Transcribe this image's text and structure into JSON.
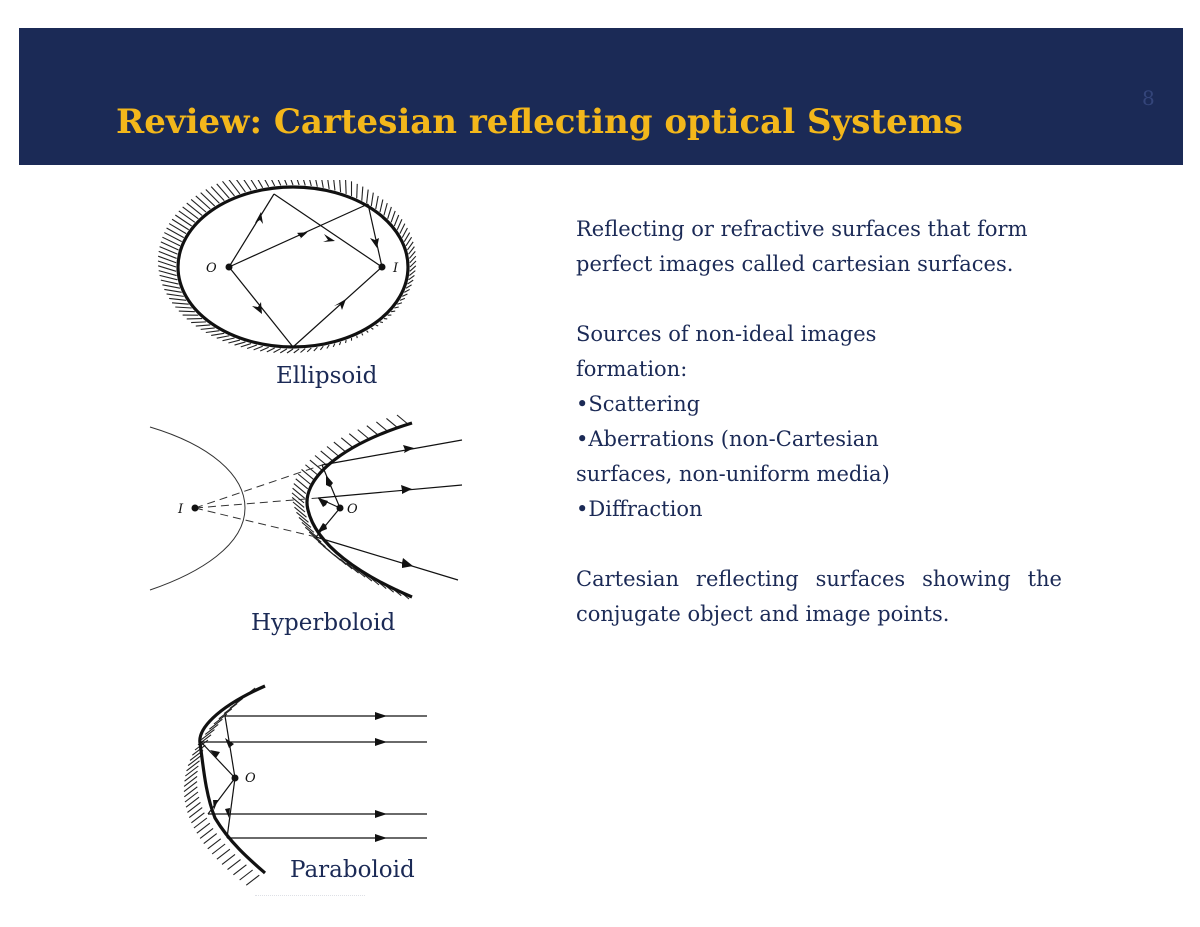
{
  "slide": {
    "title": "Review: Cartesian reflecting optical Systems",
    "number": "8"
  },
  "colors": {
    "banner": "#1b2a56",
    "title": "#f3b71b",
    "body_text": "#1b2a56"
  },
  "diagrams": {
    "ellipsoid": {
      "caption": "Ellipsoid",
      "label_object": "O",
      "label_image": "I"
    },
    "hyperboloid": {
      "caption": "Hyperboloid",
      "label_object": "O",
      "label_image": "I"
    },
    "paraboloid": {
      "caption": "Paraboloid",
      "label_object": "O"
    }
  },
  "content": {
    "intro": "Reflecting or refractive surfaces that form perfect images called cartesian surfaces.",
    "sources_heading": "Sources of non-ideal images formation:",
    "bullets": [
      "•Scattering",
      "•Aberrations (non-Cartesian surfaces, non-uniform media)",
      "•Diffraction"
    ],
    "closing": "Cartesian reflecting surfaces showing the conjugate object and image points."
  }
}
